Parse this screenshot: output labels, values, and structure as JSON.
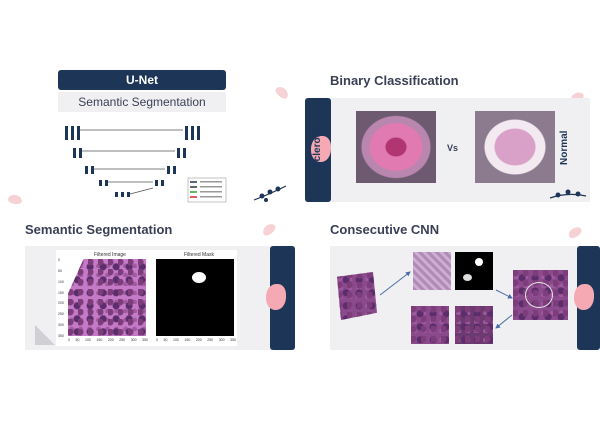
{
  "unet": {
    "header": "U-Net",
    "subheader": "Semantic Segmentation"
  },
  "binary": {
    "title": "Binary Classification",
    "left_label": "Sclerosis",
    "vs": "Vs",
    "right_label": "Normal"
  },
  "semseg": {
    "title": "Semantic Segmentation",
    "filtered_image_title": "Filtered Image",
    "filtered_mask_title": "Filtered Mask",
    "x_ticks_image": [
      "0",
      "50",
      "100",
      "150",
      "200",
      "250",
      "300",
      "350"
    ],
    "y_ticks_image": [
      "0",
      "50",
      "100",
      "150",
      "200",
      "250",
      "300",
      "350"
    ],
    "x_ticks_mask": [
      "0",
      "50",
      "100",
      "150",
      "200",
      "250",
      "300",
      "350"
    ]
  },
  "consecutive": {
    "title": "Consecutive CNN"
  },
  "colors": {
    "navy": "#1d3557",
    "pink": "#f4a9b3",
    "panel": "#f0f0f2",
    "title": "#3a3f55"
  }
}
